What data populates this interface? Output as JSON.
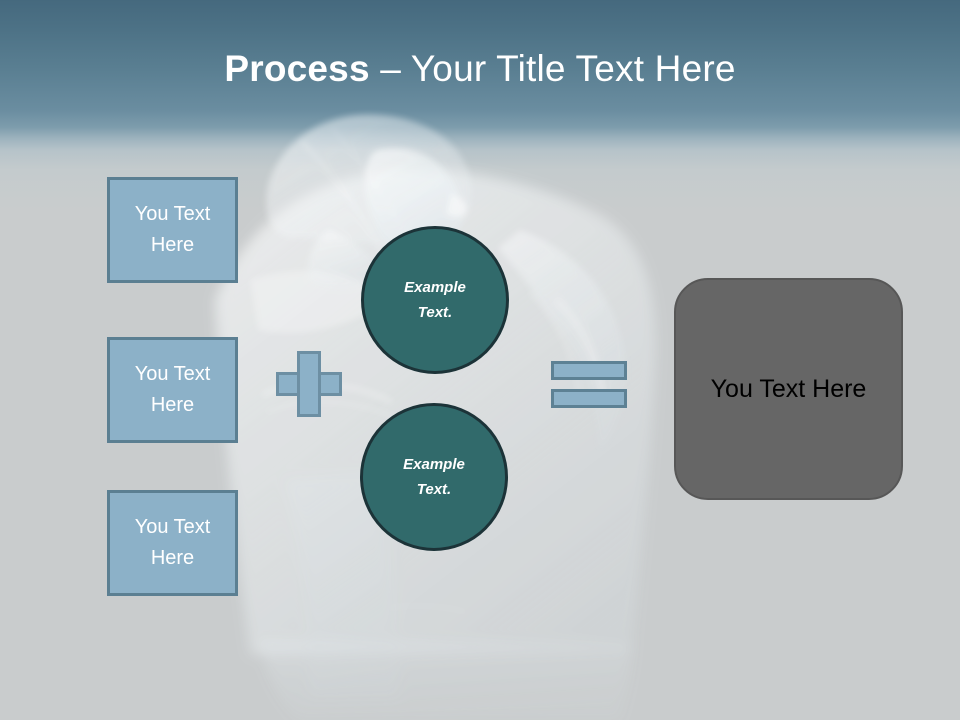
{
  "slide": {
    "title": {
      "bold_part": "Process",
      "rest_part": " – Your Title Text Here",
      "full": "Process – Your Title Text Here"
    },
    "background": {
      "header_top_color": "#45697e",
      "header_mid_color": "#7d9cac",
      "body_color": "#c9cccd",
      "photo_description": "faded background photograph of a person"
    },
    "left_boxes": [
      {
        "line1": "You Text",
        "line2": "Here"
      },
      {
        "line1": "You Text",
        "line2": "Here"
      },
      {
        "line1": "You Text",
        "line2": "Here"
      }
    ],
    "plus_operator": {
      "symbol": "+",
      "fill": "#8cb1c8",
      "stroke": "#6d8fa3"
    },
    "circles": [
      {
        "line1": "Example",
        "line2": "Text.",
        "fill": "#316a6b",
        "stroke": "#1c3338"
      },
      {
        "line1": "Example",
        "line2": "Text.",
        "fill": "#316a6b",
        "stroke": "#1c3338"
      }
    ],
    "equals_operator": {
      "symbol": "=",
      "fill": "#8cb1c8",
      "stroke": "#5d8194"
    },
    "result_box": {
      "label": "You Text Here",
      "fill": "#666666",
      "text_color": "#000000"
    },
    "colors": {
      "accent_blue": "#8cb1c8",
      "accent_blue_border": "#5b7f92",
      "accent_teal": "#316a6b",
      "neutral_gray": "#666666",
      "title_text": "#ffffff"
    }
  }
}
